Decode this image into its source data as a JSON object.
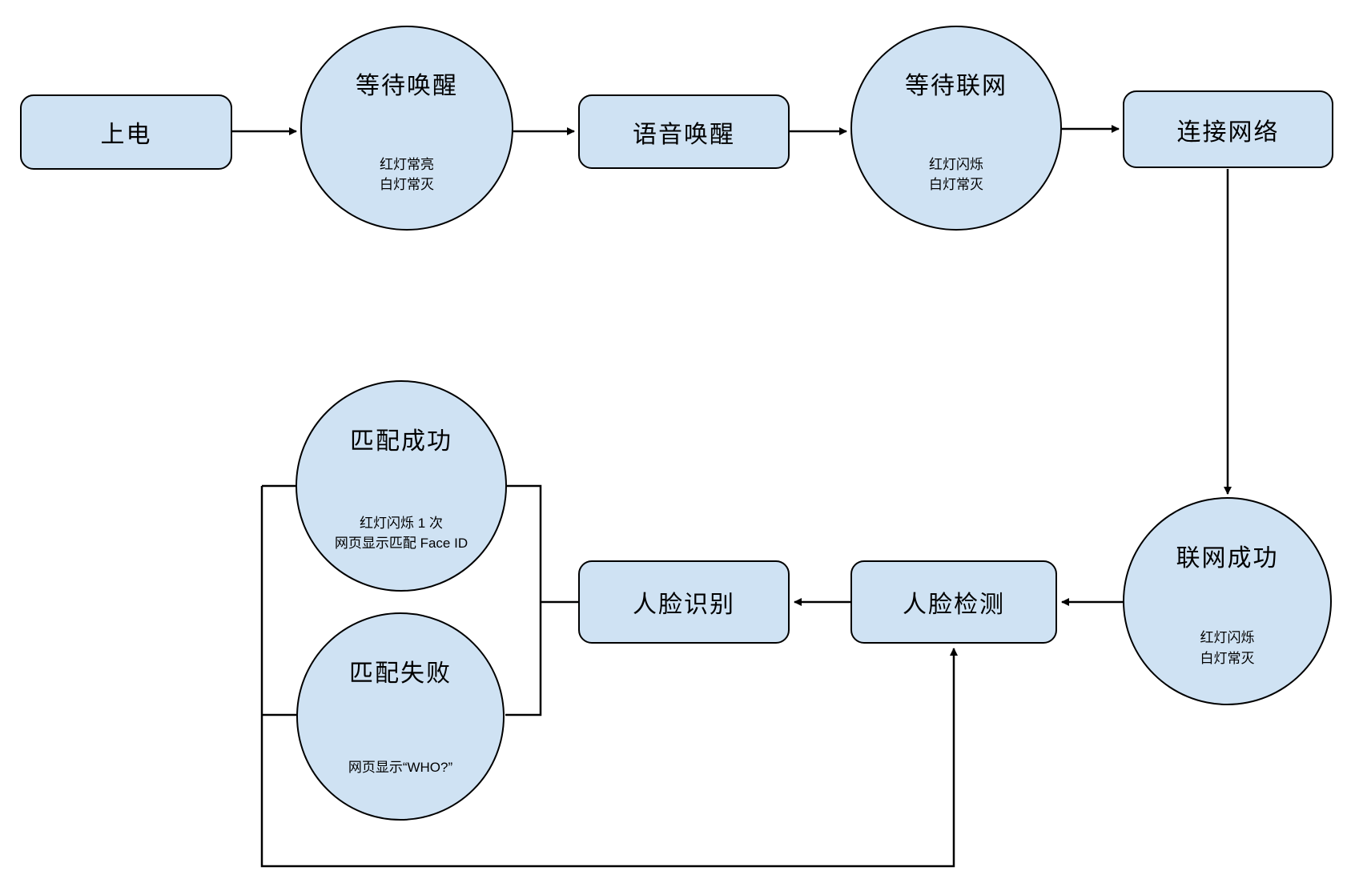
{
  "colors": {
    "node_fill": "#cfe2f3",
    "node_border": "#000000",
    "connector": "#000000",
    "background": "#ffffff"
  },
  "nodes": {
    "power_on": {
      "label": "上电"
    },
    "wait_wake": {
      "label": "等待唤醒",
      "note1": "红灯常亮",
      "note2": "白灯常灭"
    },
    "voice_wake": {
      "label": "语音唤醒"
    },
    "wait_network": {
      "label": "等待联网",
      "note1": "红灯闪烁",
      "note2": "白灯常灭"
    },
    "connect_network": {
      "label": "连接网络"
    },
    "network_success": {
      "label": "联网成功",
      "note1": "红灯闪烁",
      "note2": "白灯常灭"
    },
    "face_detect": {
      "label": "人脸检测"
    },
    "face_recognize": {
      "label": "人脸识别"
    },
    "match_success": {
      "label": "匹配成功",
      "note1": "红灯闪烁 1 次",
      "note2": "网页显示匹配 Face ID"
    },
    "match_fail": {
      "label": "匹配失败",
      "note1": "网页显示“WHO?”"
    }
  }
}
